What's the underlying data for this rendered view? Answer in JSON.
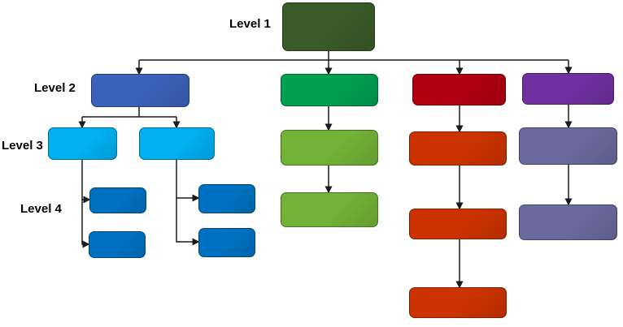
{
  "labels": {
    "level1": "Level 1",
    "level2": "Level 2",
    "level3": "Level 3",
    "level4": "Level 4"
  },
  "colors": {
    "root": "#3a5a28",
    "blue_dark": "#3a62b8",
    "blue_light": "#00b0f0",
    "blue_mid": "#0070c0",
    "green_dark": "#00a050",
    "green_light": "#72b236",
    "red_dark": "#b00010",
    "red_orange": "#cc3300",
    "purple": "#7030a0",
    "slate": "#6a6a9e",
    "connector": "#1a1a1a"
  },
  "nodes": [
    {
      "id": "root",
      "level": 1,
      "color": "root"
    },
    {
      "id": "l2-blue",
      "level": 2,
      "color": "blue_dark",
      "parent": "root"
    },
    {
      "id": "l2-green",
      "level": 2,
      "color": "green_dark",
      "parent": "root"
    },
    {
      "id": "l2-red",
      "level": 2,
      "color": "red_dark",
      "parent": "root"
    },
    {
      "id": "l2-purple",
      "level": 2,
      "color": "purple",
      "parent": "root"
    },
    {
      "id": "l3-blue-a",
      "level": 3,
      "color": "blue_light",
      "parent": "l2-blue"
    },
    {
      "id": "l3-blue-b",
      "level": 3,
      "color": "blue_light",
      "parent": "l2-blue"
    },
    {
      "id": "l4-blue-a1",
      "level": 4,
      "color": "blue_mid",
      "parent": "l3-blue-a"
    },
    {
      "id": "l4-blue-a2",
      "level": 4,
      "color": "blue_mid",
      "parent": "l3-blue-a"
    },
    {
      "id": "l4-blue-b1",
      "level": 4,
      "color": "blue_mid",
      "parent": "l3-blue-b"
    },
    {
      "id": "l4-blue-b2",
      "level": 4,
      "color": "blue_mid",
      "parent": "l3-blue-b"
    },
    {
      "id": "l3-green",
      "level": 3,
      "color": "green_light",
      "parent": "l2-green"
    },
    {
      "id": "l4-green",
      "level": 4,
      "color": "green_light",
      "parent": "l3-green"
    },
    {
      "id": "l3-red",
      "level": 3,
      "color": "red_orange",
      "parent": "l2-red"
    },
    {
      "id": "l4-red",
      "level": 4,
      "color": "red_orange",
      "parent": "l3-red"
    },
    {
      "id": "l5-red",
      "level": 5,
      "color": "red_orange",
      "parent": "l4-red"
    },
    {
      "id": "l3-purple",
      "level": 3,
      "color": "slate",
      "parent": "l2-purple"
    },
    {
      "id": "l4-purple",
      "level": 4,
      "color": "slate",
      "parent": "l3-purple"
    }
  ]
}
